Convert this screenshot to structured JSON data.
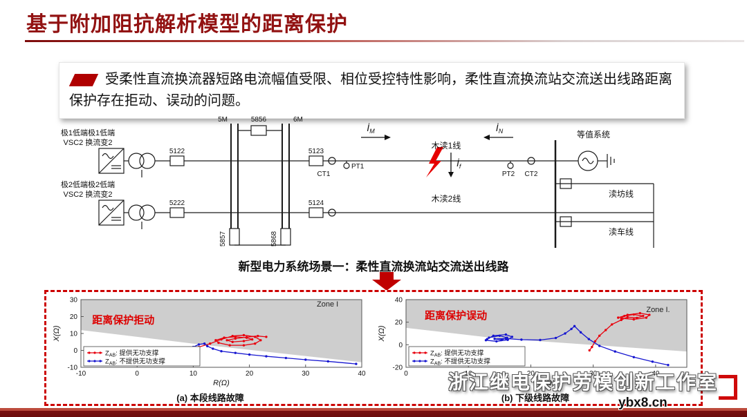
{
  "slide": {
    "title": "基于附加阻抗解析模型的距离保护",
    "statement": "受柔性直流换流器短路电流幅值受限、相位受控特性影响，柔性直流换流站交流送出线路距离保护存在拒动、误动的问题。",
    "caption": "新型电力系统场景一：柔性直流换流站交流送出线路",
    "watermark_line1": "浙江继电保护劳模创新工作室",
    "watermark_line2": "ybx8.cn"
  },
  "diagram": {
    "labels": {
      "pole1_l1": "极1低端极1低端",
      "pole1_l2": "VSC2  换流变2",
      "pole2_l1": "极2低端极2低端",
      "pole2_l2": "VSC2  换流变2",
      "b5122": "5122",
      "b5222": "5222",
      "bus5m": "5M",
      "b5856": "5856",
      "bus6m": "6M",
      "b5857": "5857",
      "b5868": "5868",
      "b5123": "5123",
      "b5124": "5124",
      "ct1": "CT1",
      "pt1": "PT1",
      "pt2": "PT2",
      "ct2": "CT2",
      "line_m1": "木渎1线",
      "line_m2": "木渎2线",
      "equiv": "等值系统",
      "line_r1": "渎坊线",
      "line_r2": "渎车线",
      "i_m": {
        "sym": "İ",
        "sub": "M"
      },
      "i_n": {
        "sym": "İ",
        "sub": "N"
      },
      "i_f": {
        "sym": "İ",
        "sub": "f"
      }
    }
  },
  "chart_data": [
    {
      "type": "line",
      "title": "(a) 本段线路故障",
      "xlabel": "R(Ω)",
      "ylabel": "X(Ω)",
      "xlim": [
        -10,
        40
      ],
      "ylim": [
        -10,
        30
      ],
      "xticks": [
        -10,
        0,
        10,
        20,
        30,
        40
      ],
      "yticks": [
        -10,
        0,
        10,
        20,
        30
      ],
      "zone_polygon": [
        [
          -10,
          12
        ],
        [
          10,
          4
        ],
        [
          40,
          -7
        ],
        [
          40,
          30
        ],
        [
          -10,
          30
        ]
      ],
      "zone_label": {
        "text": "Zone I",
        "x": 32,
        "y": 26
      },
      "annotation": {
        "text": "距离保护拒动",
        "x": -8,
        "y": 16
      },
      "series": [
        {
          "name_z": "Z",
          "name_sub": "AB",
          "name_rest": ": 提供无功支撑",
          "color": "#e8000d",
          "points": [
            [
              11,
              2
            ],
            [
              13,
              4
            ],
            [
              15,
              6.5
            ],
            [
              17,
              8.5
            ],
            [
              19,
              9
            ],
            [
              21,
              8
            ],
            [
              22,
              6
            ],
            [
              21,
              4
            ],
            [
              19,
              3
            ],
            [
              16.5,
              3
            ],
            [
              14.5,
              4.5
            ],
            [
              14,
              6
            ],
            [
              15.5,
              7.5
            ],
            [
              17.5,
              8
            ],
            [
              19.5,
              7.5
            ],
            [
              20.5,
              6.5
            ],
            [
              19,
              5.5
            ],
            [
              17,
              5
            ],
            [
              16,
              6
            ],
            [
              17.5,
              7
            ],
            [
              19.5,
              7.8
            ],
            [
              21.5,
              8.5
            ],
            [
              23,
              8
            ]
          ]
        },
        {
          "name_z": "Z",
          "name_sub": "AB",
          "name_rest": ": 不提供无功支撑",
          "color": "#1515d0",
          "points": [
            [
              9,
              0.5
            ],
            [
              10,
              2
            ],
            [
              11,
              3.5
            ],
            [
              12,
              4
            ],
            [
              12.5,
              2.5
            ],
            [
              13.5,
              1
            ],
            [
              15,
              -0.5
            ],
            [
              17.5,
              -1.5
            ],
            [
              20,
              -2.5
            ],
            [
              23,
              -3.5
            ],
            [
              26.5,
              -4.5
            ],
            [
              30,
              -5.5
            ],
            [
              34,
              -6.5
            ],
            [
              39,
              -8
            ]
          ]
        }
      ]
    },
    {
      "type": "line",
      "title": "(b) 下级线路故障",
      "xlabel": "R(Ω)",
      "ylabel": "X(Ω)",
      "xlim": [
        0,
        45
      ],
      "ylim": [
        -20,
        40
      ],
      "xticks": [
        0,
        10,
        20,
        30,
        40
      ],
      "yticks": [
        -20,
        0,
        20,
        40
      ],
      "zone_polygon": [
        [
          0,
          15
        ],
        [
          14,
          6
        ],
        [
          45,
          -6
        ],
        [
          45,
          40
        ],
        [
          0,
          40
        ]
      ],
      "zone_label": {
        "text": "Zone I.",
        "x": 38.5,
        "y": 29
      },
      "annotation": {
        "text": "距离保护误动",
        "x": 3,
        "y": 23
      },
      "series": [
        {
          "name_z": "Z",
          "name_sub": "AB",
          "name_rest": ": 提供无功支撑",
          "color": "#e8000d",
          "points": [
            [
              34,
              24
            ],
            [
              35.5,
              26.5
            ],
            [
              37.5,
              28
            ],
            [
              39,
              26.5
            ],
            [
              38.5,
              24
            ],
            [
              36.5,
              22.5
            ],
            [
              34.5,
              23.5
            ],
            [
              35,
              25.5
            ],
            [
              36.5,
              26.8
            ],
            [
              38,
              25.5
            ],
            [
              37,
              23.8
            ],
            [
              35.5,
              24.5
            ],
            [
              34.5,
              22
            ],
            [
              33,
              18
            ],
            [
              32,
              13
            ],
            [
              31,
              8
            ],
            [
              30.3,
              3
            ],
            [
              29.8,
              -2
            ],
            [
              29.4,
              -5
            ]
          ]
        },
        {
          "name_z": "Z",
          "name_sub": "AB",
          "name_rest": ": 不提供无功支撑",
          "color": "#1515d0",
          "points": [
            [
              13,
              5
            ],
            [
              14,
              8
            ],
            [
              16,
              9
            ],
            [
              17,
              7
            ],
            [
              16.3,
              4.3
            ],
            [
              14.5,
              3
            ],
            [
              12.8,
              4
            ],
            [
              13.3,
              6.3
            ],
            [
              15,
              8
            ],
            [
              16.2,
              6.2
            ],
            [
              15.3,
              4.2
            ],
            [
              14.2,
              5.2
            ],
            [
              16,
              5.5
            ],
            [
              18.5,
              4.5
            ],
            [
              21.5,
              4.2
            ],
            [
              24,
              6
            ],
            [
              25.5,
              10
            ],
            [
              26.5,
              14
            ],
            [
              27,
              16.5
            ],
            [
              28,
              11
            ],
            [
              29.3,
              5
            ],
            [
              31,
              -1
            ],
            [
              33.5,
              -6
            ],
            [
              36.5,
              -11
            ],
            [
              39.5,
              -15
            ],
            [
              42,
              -18
            ]
          ]
        }
      ]
    }
  ]
}
